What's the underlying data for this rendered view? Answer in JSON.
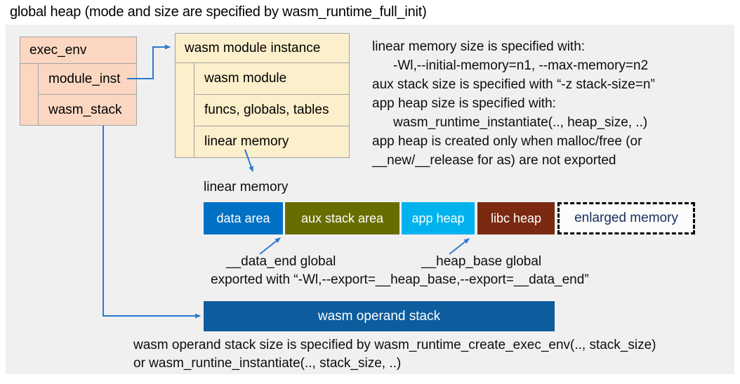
{
  "title": "global heap (mode and size are specified by wasm_runtime_full_init)",
  "exec_env": {
    "header": "exec_env",
    "rows": [
      {
        "label": "module_inst"
      },
      {
        "label": "wasm_stack"
      }
    ]
  },
  "module_instance": {
    "header": "wasm module instance",
    "rows": [
      {
        "label": "wasm module"
      },
      {
        "label": "funcs, globals, tables"
      },
      {
        "label": "linear memory"
      }
    ]
  },
  "notes_right": {
    "lines": [
      "linear memory size is specified with:",
      "-Wl,--initial-memory=n1, --max-memory=n2",
      "aux stack size is specified with “-z stack-size=n”",
      "app heap size is specified with:",
      "wasm_runtime_instantiate(.., heap_size, ..)",
      "app heap is created only when malloc/free (or",
      "__new/__release for as) are not exported"
    ]
  },
  "linear_memory": {
    "label": "linear memory",
    "segments": [
      {
        "label": "data area",
        "color": "#0071c5"
      },
      {
        "label": "aux stack area",
        "color": "#696d00"
      },
      {
        "label": "app heap",
        "color": "#00b2ed"
      },
      {
        "label": "libc heap",
        "color": "#7c2912"
      }
    ],
    "enlarged": {
      "label": "enlarged memory",
      "text_color": "#1b2f5e",
      "border_style": "dashed"
    }
  },
  "annotations": {
    "data_end": "__data_end global",
    "heap_base": "__heap_base global",
    "exported": "exported with “-Wl,--export=__heap_base,--export=__data_end”"
  },
  "operand_stack": {
    "label": "wasm operand stack",
    "color": "#0d5c9e"
  },
  "notes_bottom": {
    "lines": [
      "wasm operand stack size is specified by wasm_runtime_create_exec_env(.., stack_size)",
      "or wasm_runtine_instantiate(.., stack_size, ..)"
    ]
  },
  "colors": {
    "panel_background": "#f0f0f0",
    "exec_env_fill": "#fbd7c2",
    "module_instance_fill": "#fcefcb",
    "box_border": "#a3a3a3",
    "arrow_blue": "#2a7ad2"
  }
}
